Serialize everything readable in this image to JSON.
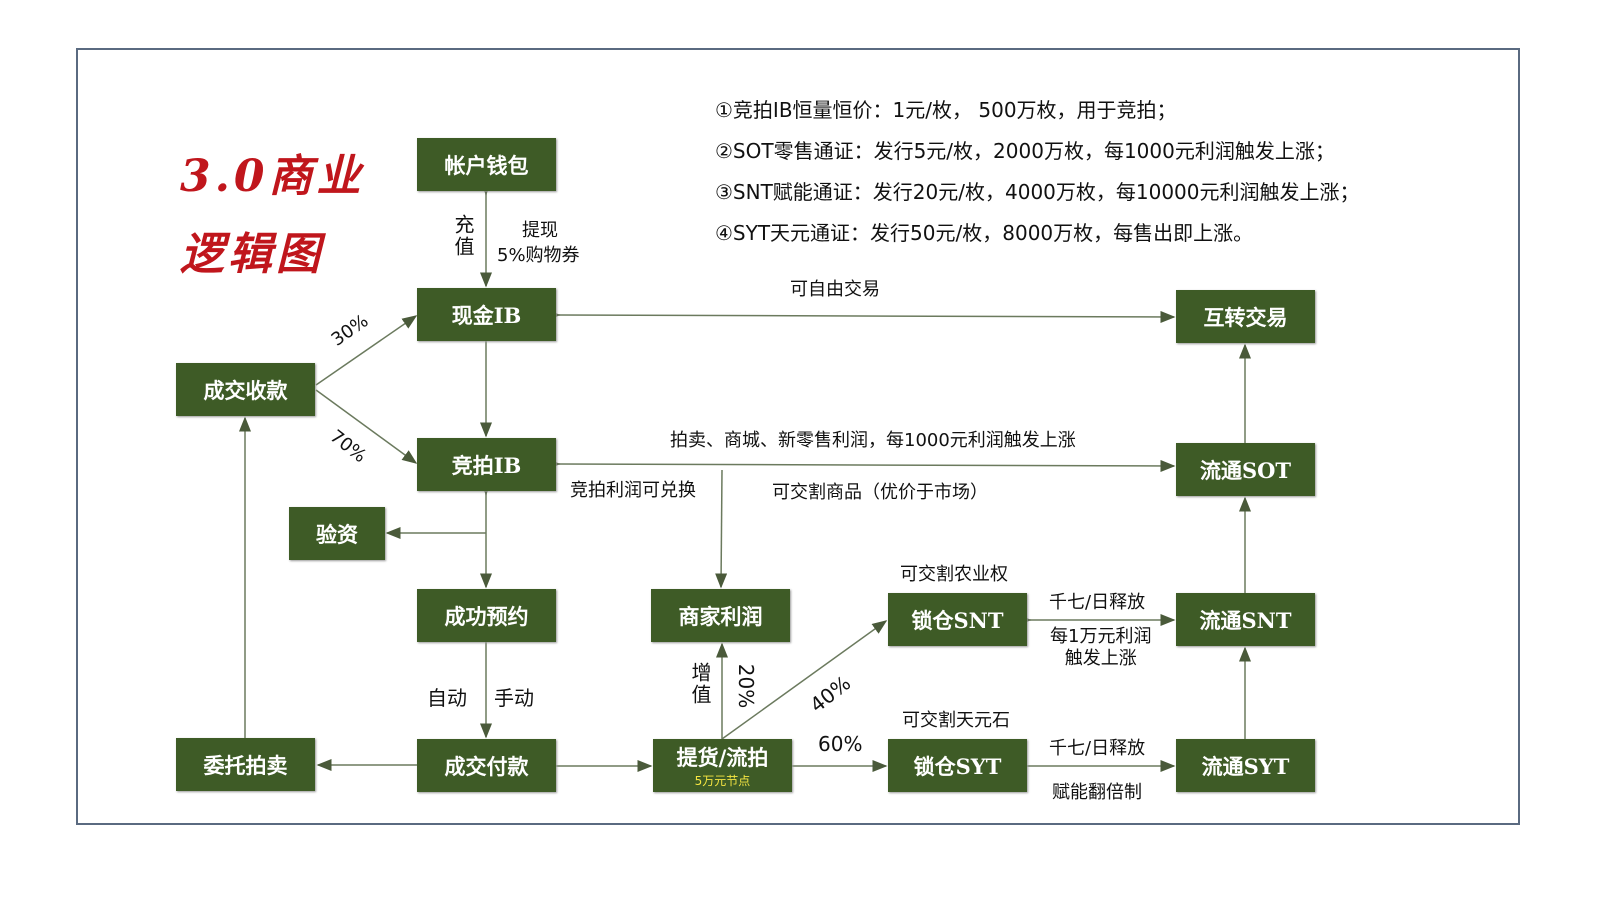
{
  "title": {
    "line1": "3.0商业",
    "line2": "逻辑图"
  },
  "notes": [
    "①竞拍IB恒量恒价：1元/枚， 500万枚，用于竞拍；",
    "②SOT零售通证：发行5元/枚，2000万枚，每1000元利润触发上涨；",
    "③SNT赋能通证：发行20元/枚，4000万枚，每10000元利润触发上涨；",
    "④SYT天元通证：发行50元/枚，8000万枚，每售出即上涨。"
  ],
  "boxes": {
    "wallet": "帐户钱包",
    "cash_ib": "现金IB",
    "auction_ib": "竞拍IB",
    "receipt": "成交收款",
    "verify": "验资",
    "reserve": "成功预约",
    "payment": "成交付款",
    "consign": "委托拍卖",
    "merchant": "商家利润",
    "pickup": "提货/流拍",
    "pickup_sub": "5万元节点",
    "lock_snt": "锁仓SNT",
    "lock_syt": "锁仓SYT",
    "exchange": "互转交易",
    "sot": "流通SOT",
    "snt": "流通SNT",
    "syt": "流通SYT"
  },
  "labels": {
    "recharge": "充值",
    "withdraw": "提现",
    "coupon": "5%购物券",
    "pct30": "30%",
    "pct70": "70%",
    "free_trade": "可自由交易",
    "profit_rise": "拍卖、商城、新零售利润，每1000元利润触发上涨",
    "redeem": "竞拍利润可兑换",
    "goods": "可交割商品（优价于市场）",
    "auto": "自动",
    "manual": "手动",
    "add_value": "增值",
    "pct20": "20%",
    "pct40": "40%",
    "pct60": "60%",
    "farm": "可交割农业权",
    "stone": "可交割天元石",
    "release1": "千七/日释放",
    "snt_rise": "每1万元利润\n触发上涨",
    "release2": "千七/日释放",
    "double": "赋能翻倍制"
  }
}
